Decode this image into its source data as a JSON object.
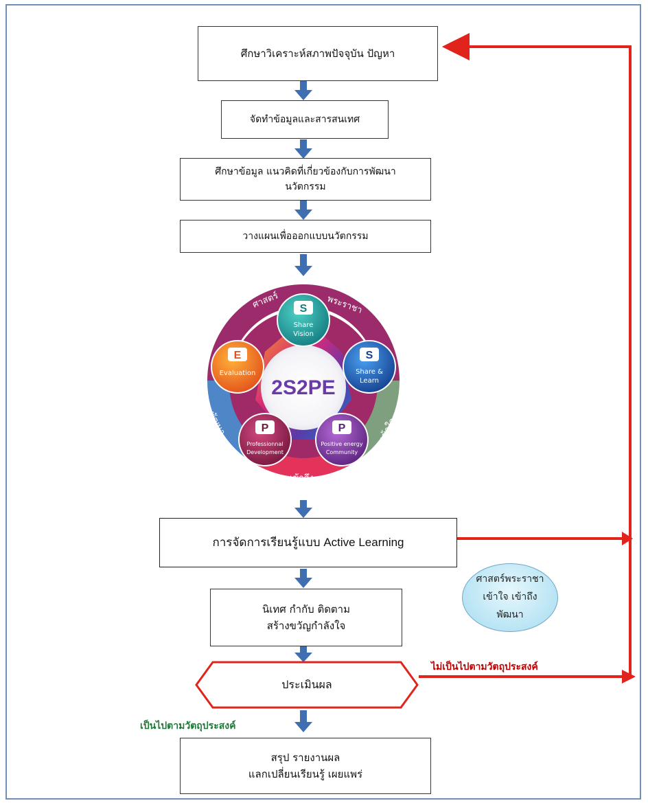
{
  "steps": {
    "s1": "ศึกษาวิเคราะห์สภาพปัจจุบัน ปัญหา",
    "s2": "จัดทำข้อมูลและสารสนเทศ",
    "s3_line1": "ศึกษาข้อมูล แนวคิดที่เกี่ยวข้องกับการพัฒนา",
    "s3_line2": "นวัตกรรม",
    "s4": "วางแผนเพื่อออกแบบนวัตกรรม",
    "s5": "การจัดการเรียนรู้แบบ Active Learning",
    "s6_line1": "นิเทศ กำกับ ติดตาม",
    "s6_line2": "สร้างขวัญกำลังใจ",
    "s7": "ประเมินผล",
    "s8_line1": "สรุป รายงานผล",
    "s8_line2": "แลกเปลี่ยนเรียนรู้  เผยแพร่"
  },
  "model": {
    "center": "2S2PE",
    "nodes": [
      {
        "letter": "S",
        "text": "Share Vision",
        "color": "#1b9a9a"
      },
      {
        "letter": "S",
        "text": "Share & Learn",
        "color": "#1f5fb0"
      },
      {
        "letter": "P",
        "text": "Positive energy Community",
        "color": "#7a3aa0"
      },
      {
        "letter": "P",
        "text": "Professionnal Development",
        "color": "#a0265e"
      },
      {
        "letter": "E",
        "text": "Evaluation",
        "color": "#e8691d"
      }
    ],
    "ring_labels": [
      "ศาสตร์",
      "พระราชา",
      "เข้าใจ",
      "เข้าถึง",
      "พัฒนา"
    ],
    "node_texts": {
      "share_vision_1": "Share",
      "share_vision_2": "Vision",
      "share_learn_1": "Share &",
      "share_learn_2": "Learn",
      "positive_1": "Positive energy",
      "positive_2": "Community",
      "professional_1": "Professionnal",
      "professional_2": "Development",
      "evaluation": "Evaluation"
    }
  },
  "oval": {
    "line1": "ศาสตร์พระราชา",
    "line2": "เข้าใจ เข้าถึง",
    "line3": "พัฒนา"
  },
  "labels": {
    "not_met": "ไม่เป็นไปตามวัตถุประสงค์",
    "met": "เป็นไปตามวัตถุประสงค์"
  },
  "colors": {
    "arrow": "#3f6fb0",
    "feedback": "#e0241b",
    "frame": "#6f8fb3"
  }
}
